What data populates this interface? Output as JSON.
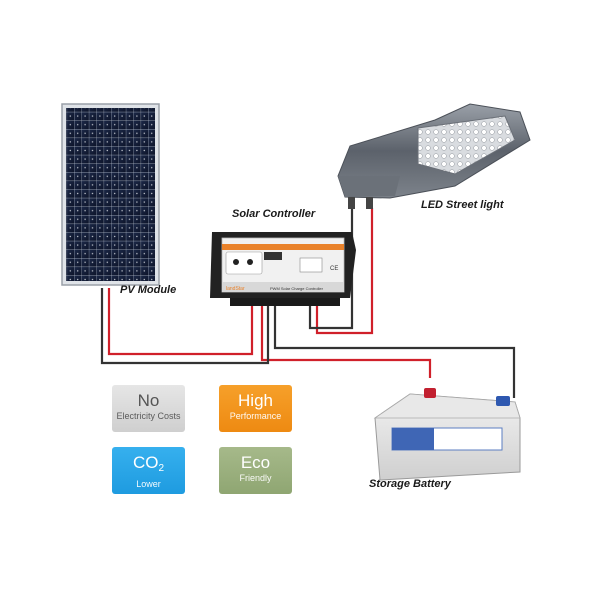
{
  "labels": {
    "pv_module": "PV Module",
    "solar_controller": "Solar Controller",
    "led_street_light": "LED Street light",
    "storage_battery": "Storage Battery"
  },
  "controller": {
    "brand": "landStar",
    "model_text": "PWM Solar Charge Controller",
    "ce_mark": "CE"
  },
  "badges": {
    "no": {
      "title": "No",
      "subtitle": "Electricity Costs"
    },
    "high": {
      "title": "High",
      "subtitle": "Performance"
    },
    "co2": {
      "title": "CO",
      "title_sub": "2",
      "subtitle": "Lower"
    },
    "eco": {
      "title": "Eco",
      "subtitle": "Friendly"
    }
  },
  "colors": {
    "positive_wire": "#d0202a",
    "negative_wire": "#333333",
    "no_badge": "#d9d9d9",
    "high_badge": "#f3941d",
    "co2_badge": "#2aa6e8",
    "eco_badge": "#9bb07e"
  }
}
